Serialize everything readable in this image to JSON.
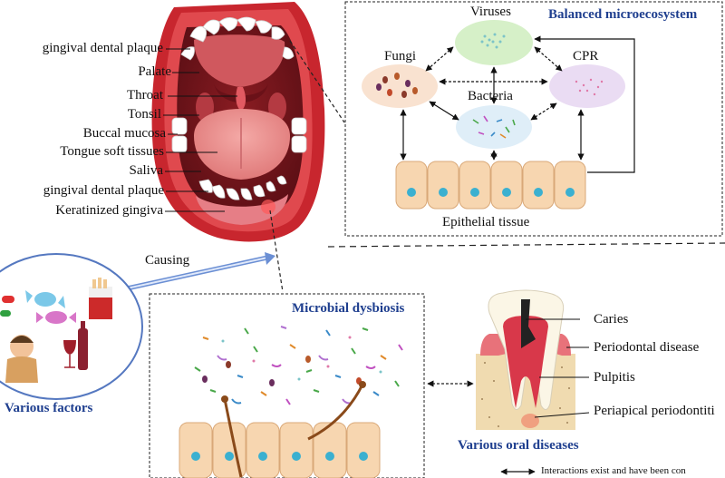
{
  "mouth_labels": [
    "gingival dental plaque",
    "Palate",
    "Throat",
    "Tonsil",
    "Buccal mucosa",
    "Tongue soft tissues",
    "Saliva",
    "gingival dental plaque",
    "Keratinized gingiva"
  ],
  "balanced": {
    "title": "Balanced microecosystem",
    "viruses": "Viruses",
    "fungi": "Fungi",
    "cpr": "CPR",
    "bacteria": "Bacteria",
    "epithelial": "Epithelial tissue"
  },
  "causing": "Causing",
  "various_factors": "Various factors",
  "dysbiosis": "Microbial dysbiosis",
  "diseases": {
    "title": "Various oral diseases",
    "items": [
      "Caries",
      "Periodontal disease",
      "Pulpitis",
      "Periapical periodontiti"
    ]
  },
  "legend": "Interactions exist and have been con",
  "colors": {
    "title_blue": "#1f3f8f",
    "viruses_fill": "#d6f0c8",
    "fungi_fill": "#f9e2d0",
    "cpr_fill": "#eadcf3",
    "bacteria_fill": "#dfeef8",
    "cell_fill": "#f7d6b0",
    "nucleus": "#3bb0d0",
    "lip": "#c8262e"
  }
}
